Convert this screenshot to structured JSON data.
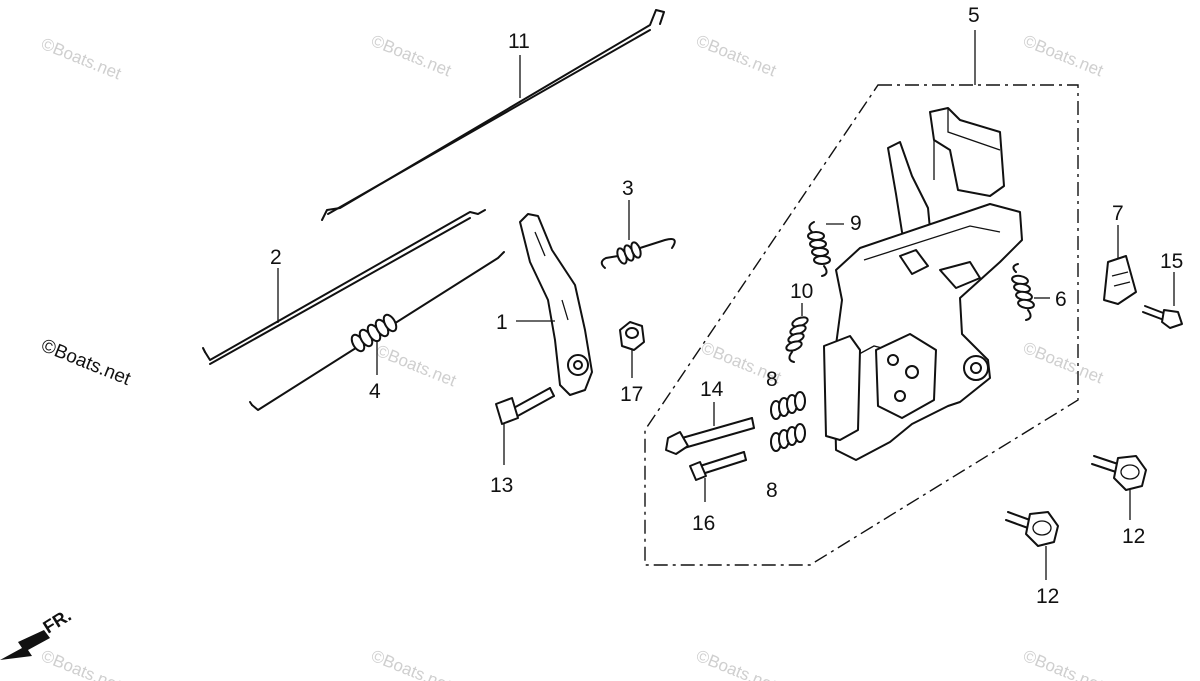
{
  "watermark": "©Boats.net",
  "direction": {
    "label": "FR."
  },
  "callouts": {
    "c1": "1",
    "c2": "2",
    "c3": "3",
    "c4": "4",
    "c5": "5",
    "c6": "6",
    "c7": "7",
    "c8a": "8",
    "c8b": "8",
    "c9": "9",
    "c10": "10",
    "c11": "11",
    "c12a": "12",
    "c12b": "12",
    "c13": "13",
    "c14": "14",
    "c15": "15",
    "c16": "16",
    "c17": "17"
  },
  "colors": {
    "ink": "#111111",
    "watermark": "#cfcfcf",
    "background": "#ffffff"
  }
}
